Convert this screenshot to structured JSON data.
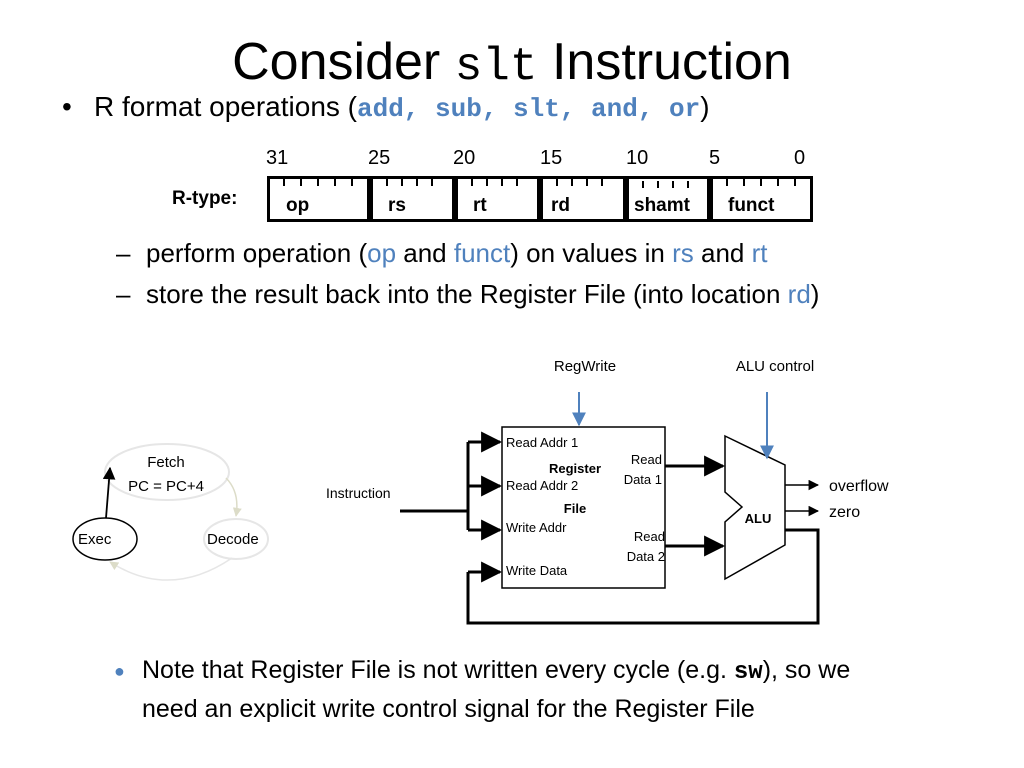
{
  "title": {
    "prefix": "Consider ",
    "code": "slt",
    "suffix": " Instruction"
  },
  "bullet1": {
    "marker": "•",
    "text": "R format operations (",
    "ops": "add, sub, slt, and, or",
    "close": ")"
  },
  "format": {
    "label": "R-type:",
    "bit_numbers": [
      "31",
      "25",
      "20",
      "15",
      "10",
      "5",
      "0"
    ],
    "fields": [
      "op",
      "rs",
      "rt",
      "rd",
      "shamt",
      "funct"
    ]
  },
  "sub1": {
    "dash": "–",
    "t1": "perform operation (",
    "op": "op",
    "t2": " and ",
    "funct": "funct",
    "t3": ") on values in ",
    "rs": "rs",
    "t4": " and ",
    "rt": "rt"
  },
  "sub2": {
    "dash": "–",
    "t1": "store the result back into the Register File (into location ",
    "rd": "rd",
    "t2": ")"
  },
  "cycle": {
    "fetch": "Fetch",
    "pc": "PC = PC+4",
    "exec": "Exec",
    "decode": "Decode"
  },
  "datapath": {
    "regwrite": "RegWrite",
    "alu_control": "ALU control",
    "instruction": "Instruction",
    "read_addr1": "Read Addr 1",
    "read_addr2": "Read Addr 2",
    "write_addr": "Write Addr",
    "write_data": "Write Data",
    "register": "Register",
    "file": "File",
    "read": "Read",
    "data1": "Data 1",
    "data2": "Data 2",
    "alu": "ALU",
    "overflow": "overflow",
    "zero": "zero"
  },
  "note": {
    "marker": "●",
    "t1": "Note that Register File is not written every cycle (e.g. ",
    "code": "sw",
    "t2": "), so we",
    "line2": "need an explicit write control signal for the Register File"
  },
  "colors": {
    "accent": "#4f81bd",
    "cycle_gray": "#e6e6e6",
    "arrow_blue": "#4f81bd"
  }
}
